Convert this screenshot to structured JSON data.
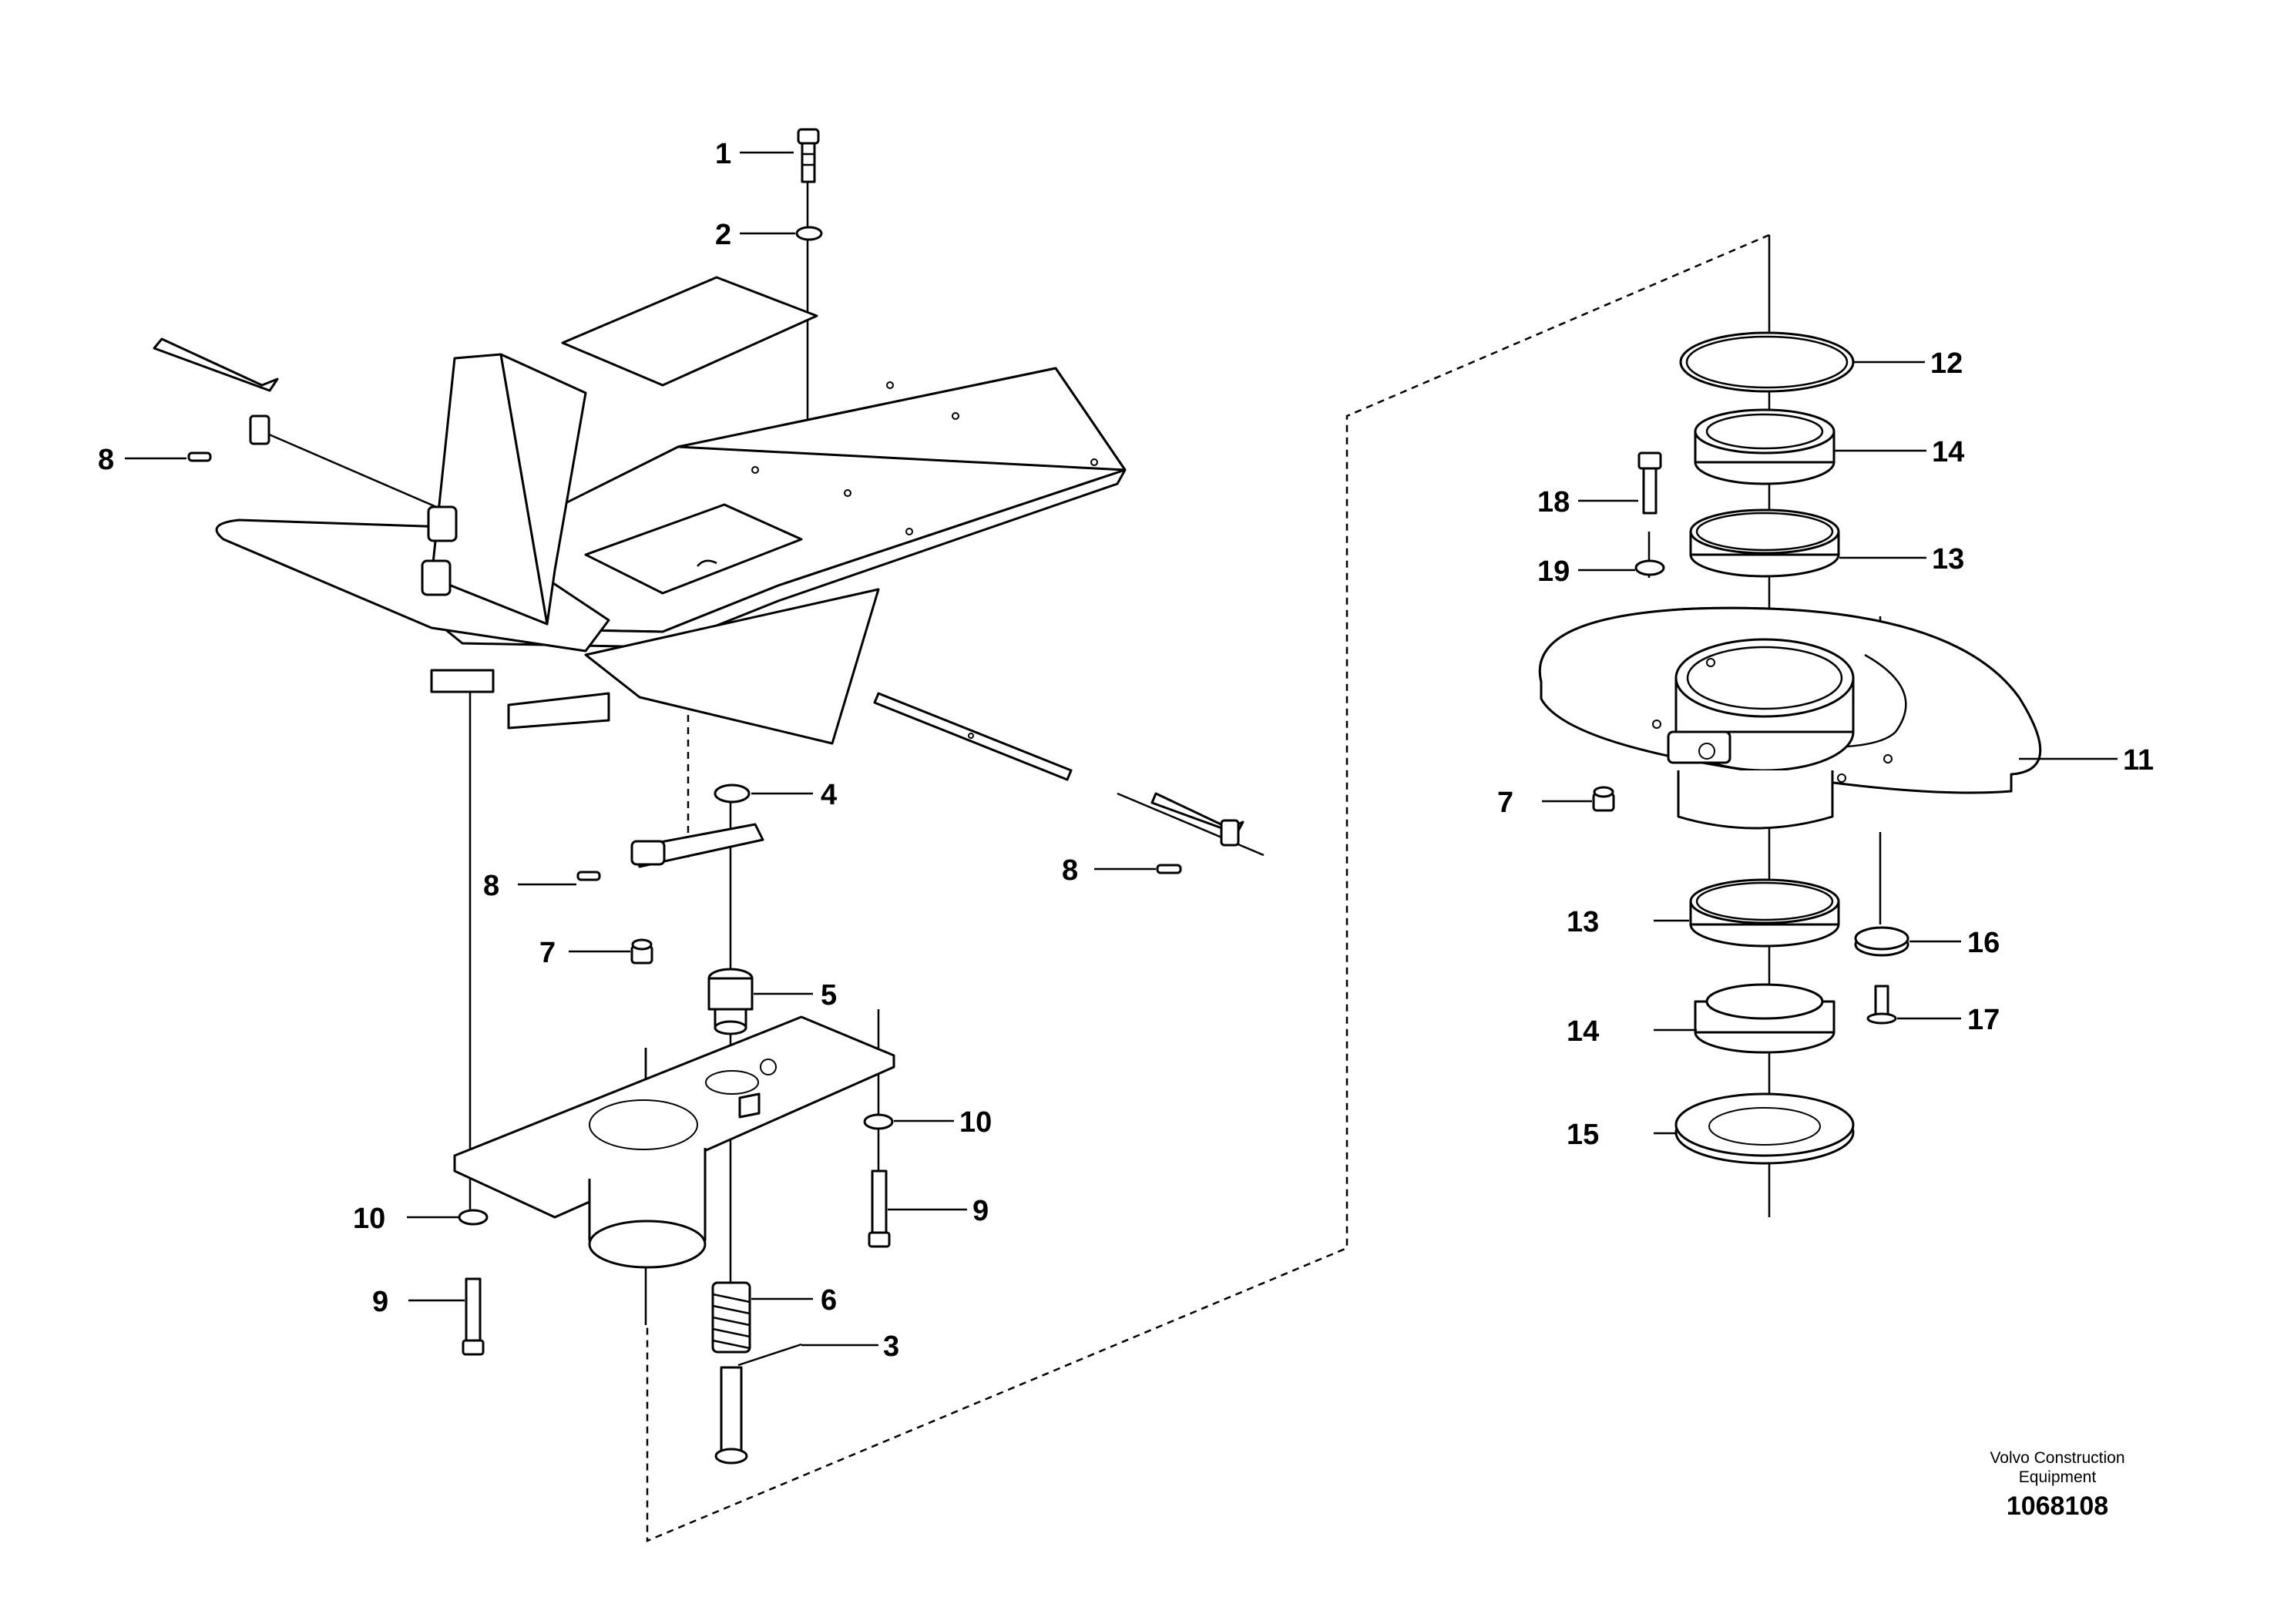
{
  "drawing": {
    "brand_line1": "Volvo Construction",
    "brand_line2": "Equipment",
    "drawing_number": "1068108"
  },
  "callouts": [
    {
      "id": "c1",
      "label": "1"
    },
    {
      "id": "c2",
      "label": "2"
    },
    {
      "id": "c3",
      "label": "3"
    },
    {
      "id": "c4",
      "label": "4"
    },
    {
      "id": "c5",
      "label": "5"
    },
    {
      "id": "c6",
      "label": "6"
    },
    {
      "id": "c7a",
      "label": "7"
    },
    {
      "id": "c7b",
      "label": "7"
    },
    {
      "id": "c8a",
      "label": "8"
    },
    {
      "id": "c8b",
      "label": "8"
    },
    {
      "id": "c8c",
      "label": "8"
    },
    {
      "id": "c9a",
      "label": "9"
    },
    {
      "id": "c9b",
      "label": "9"
    },
    {
      "id": "c10a",
      "label": "10"
    },
    {
      "id": "c10b",
      "label": "10"
    },
    {
      "id": "c11",
      "label": "11"
    },
    {
      "id": "c12",
      "label": "12"
    },
    {
      "id": "c13a",
      "label": "13"
    },
    {
      "id": "c13b",
      "label": "13"
    },
    {
      "id": "c14a",
      "label": "14"
    },
    {
      "id": "c14b",
      "label": "14"
    },
    {
      "id": "c15",
      "label": "15"
    },
    {
      "id": "c16",
      "label": "16"
    },
    {
      "id": "c17",
      "label": "17"
    },
    {
      "id": "c18",
      "label": "18"
    },
    {
      "id": "c19",
      "label": "19"
    }
  ]
}
